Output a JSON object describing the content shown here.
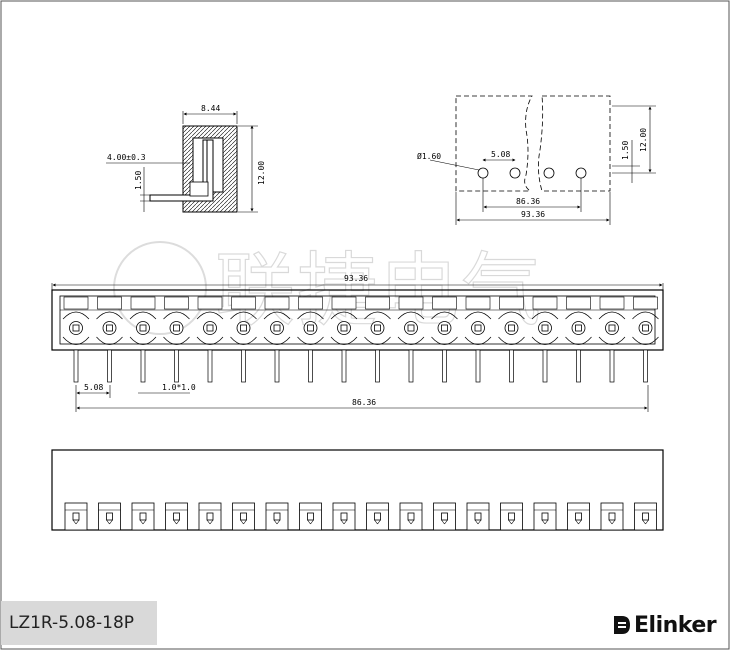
{
  "part_number": "LZ1R-5.08-18P",
  "brand": {
    "name": "Elinker",
    "watermark": "联捷电气"
  },
  "side_view": {
    "dims": {
      "width": "8.44",
      "pin_dia": "4.00±0.3",
      "offset": "1.50",
      "height": "12.00"
    }
  },
  "pcb_view": {
    "dims": {
      "hole_dia": "Ø1.60",
      "pitch": "5.08",
      "span": "86.36",
      "total": "93.36",
      "offset": "1.50",
      "height": "12.00"
    }
  },
  "front_view": {
    "pin_count": 18,
    "dims": {
      "total": "93.36",
      "pitch": "5.08",
      "pin": "1.0*1.0",
      "span": "86.36"
    }
  },
  "rear_view": {
    "pin_count": 18
  }
}
